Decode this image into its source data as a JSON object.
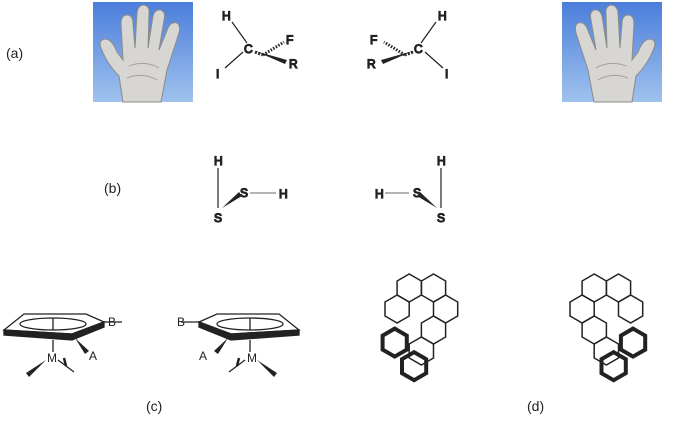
{
  "panels": {
    "a": {
      "label": "(a)",
      "hands": [
        "hand-photo-left",
        "hand-photo-right"
      ],
      "left_molecule": {
        "center": "C",
        "atoms": [
          "H",
          "F",
          "R",
          "I"
        ]
      },
      "right_molecule": {
        "center": "C",
        "atoms": [
          "H",
          "F",
          "R",
          "I"
        ]
      }
    },
    "b": {
      "label": "(b)",
      "left_molecule": {
        "atoms": [
          "H",
          "S",
          "S",
          "H"
        ]
      },
      "right_molecule": {
        "atoms": [
          "H",
          "S",
          "S",
          "H"
        ]
      }
    },
    "c": {
      "label": "(c)",
      "left_molecule": {
        "atoms": [
          "B",
          "A",
          "M"
        ]
      },
      "right_molecule": {
        "atoms": [
          "B",
          "A",
          "M"
        ]
      }
    },
    "d": {
      "label": "(d)",
      "structures": [
        "hexahelicene-left",
        "hexahelicene-right"
      ]
    }
  },
  "colors": {
    "ink": "#222222",
    "sky": "#3d6fd0",
    "glove": "#d6d4d0"
  }
}
